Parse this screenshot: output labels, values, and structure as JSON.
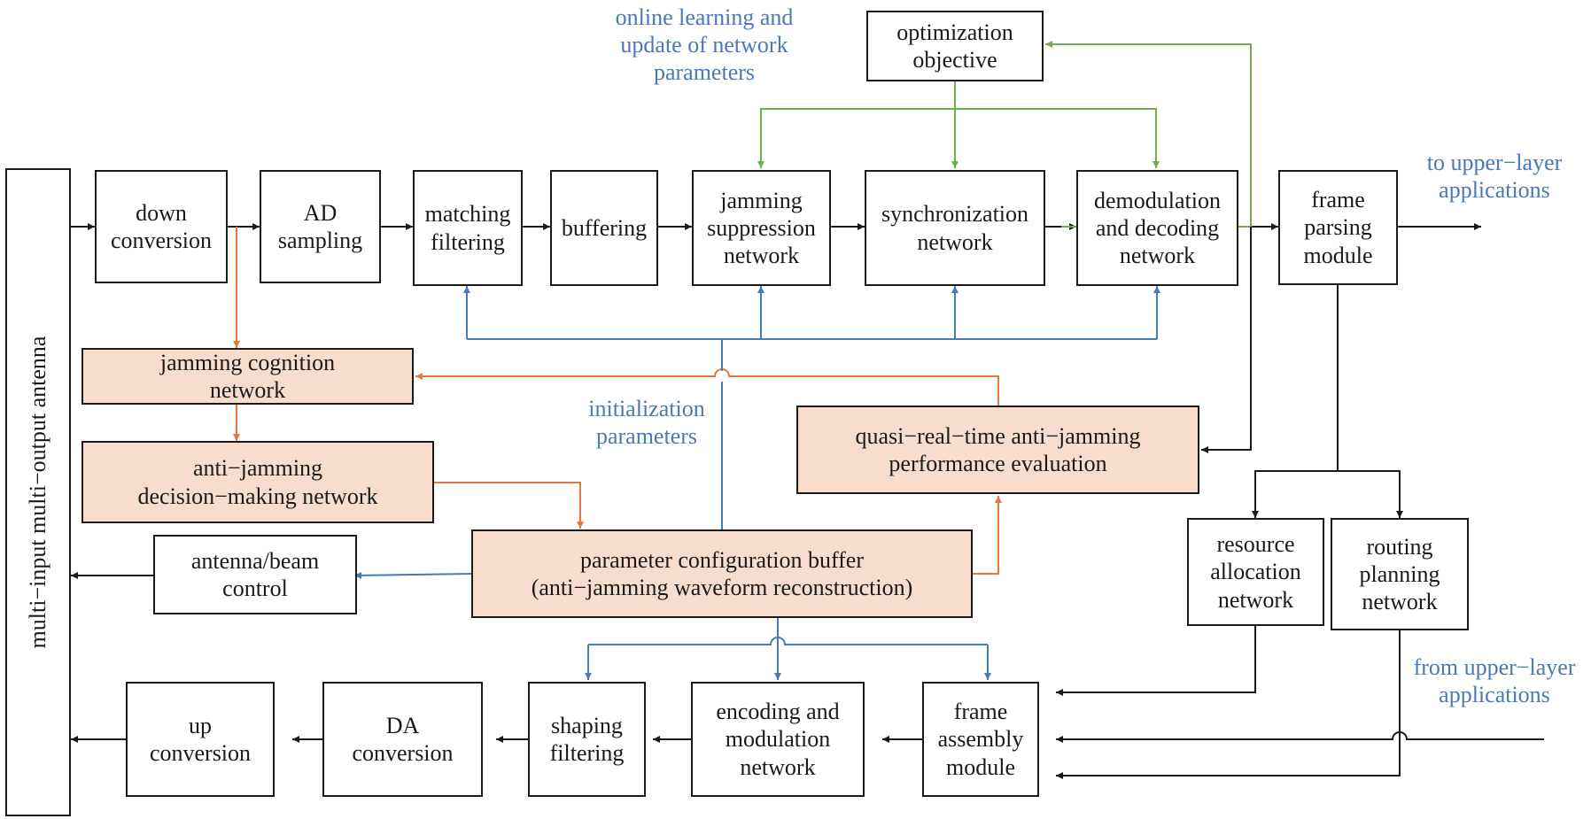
{
  "colors": {
    "black": "#1a1a1a",
    "blue": "#4a79b8",
    "orange": "#e07a3d",
    "green": "#72ad4f",
    "pink_fill": "#f8dccd"
  },
  "antenna": {
    "label": "multi−input multi−output antenna"
  },
  "boxes": {
    "down_conversion": [
      "down",
      "conversion"
    ],
    "ad_sampling": [
      "AD",
      "sampling"
    ],
    "matching_filtering": [
      "matching",
      "filtering"
    ],
    "buffering": [
      "buffering"
    ],
    "jamming_suppression": [
      "jamming",
      "suppression",
      "network"
    ],
    "synchronization": [
      "synchronization",
      "network"
    ],
    "demodulation_decoding": [
      "demodulation",
      "and decoding",
      "network"
    ],
    "frame_parsing": [
      "frame",
      "parsing",
      "module"
    ],
    "optimization_objective": [
      "optimization",
      "objective"
    ],
    "jamming_cognition": [
      "jamming cognition",
      "network"
    ],
    "anti_jamming_decision": [
      "anti−jamming",
      "decision−making network"
    ],
    "performance_evaluation": [
      "quasi−real−time anti−jamming",
      "performance evaluation"
    ],
    "antenna_beam_control": [
      "antenna/beam",
      "control"
    ],
    "parameter_buffer": [
      "parameter configuration buffer",
      "(anti−jamming waveform reconstruction)"
    ],
    "resource_allocation": [
      "resource",
      "allocation",
      "network"
    ],
    "routing_planning": [
      "routing",
      "planning",
      "network"
    ],
    "up_conversion": [
      "up",
      "conversion"
    ],
    "da_conversion": [
      "DA",
      "conversion"
    ],
    "shaping_filtering": [
      "shaping",
      "filtering"
    ],
    "encoding_modulation": [
      "encoding and",
      "modulation",
      "network"
    ],
    "frame_assembly": [
      "frame",
      "assembly",
      "module"
    ]
  },
  "labels": {
    "online_learning": [
      "online learning and",
      "update of network",
      "parameters"
    ],
    "initialization": [
      "initialization",
      "parameters"
    ],
    "to_upper": [
      "to upper−layer",
      "applications"
    ],
    "from_upper": [
      "from upper−layer",
      "applications"
    ]
  }
}
